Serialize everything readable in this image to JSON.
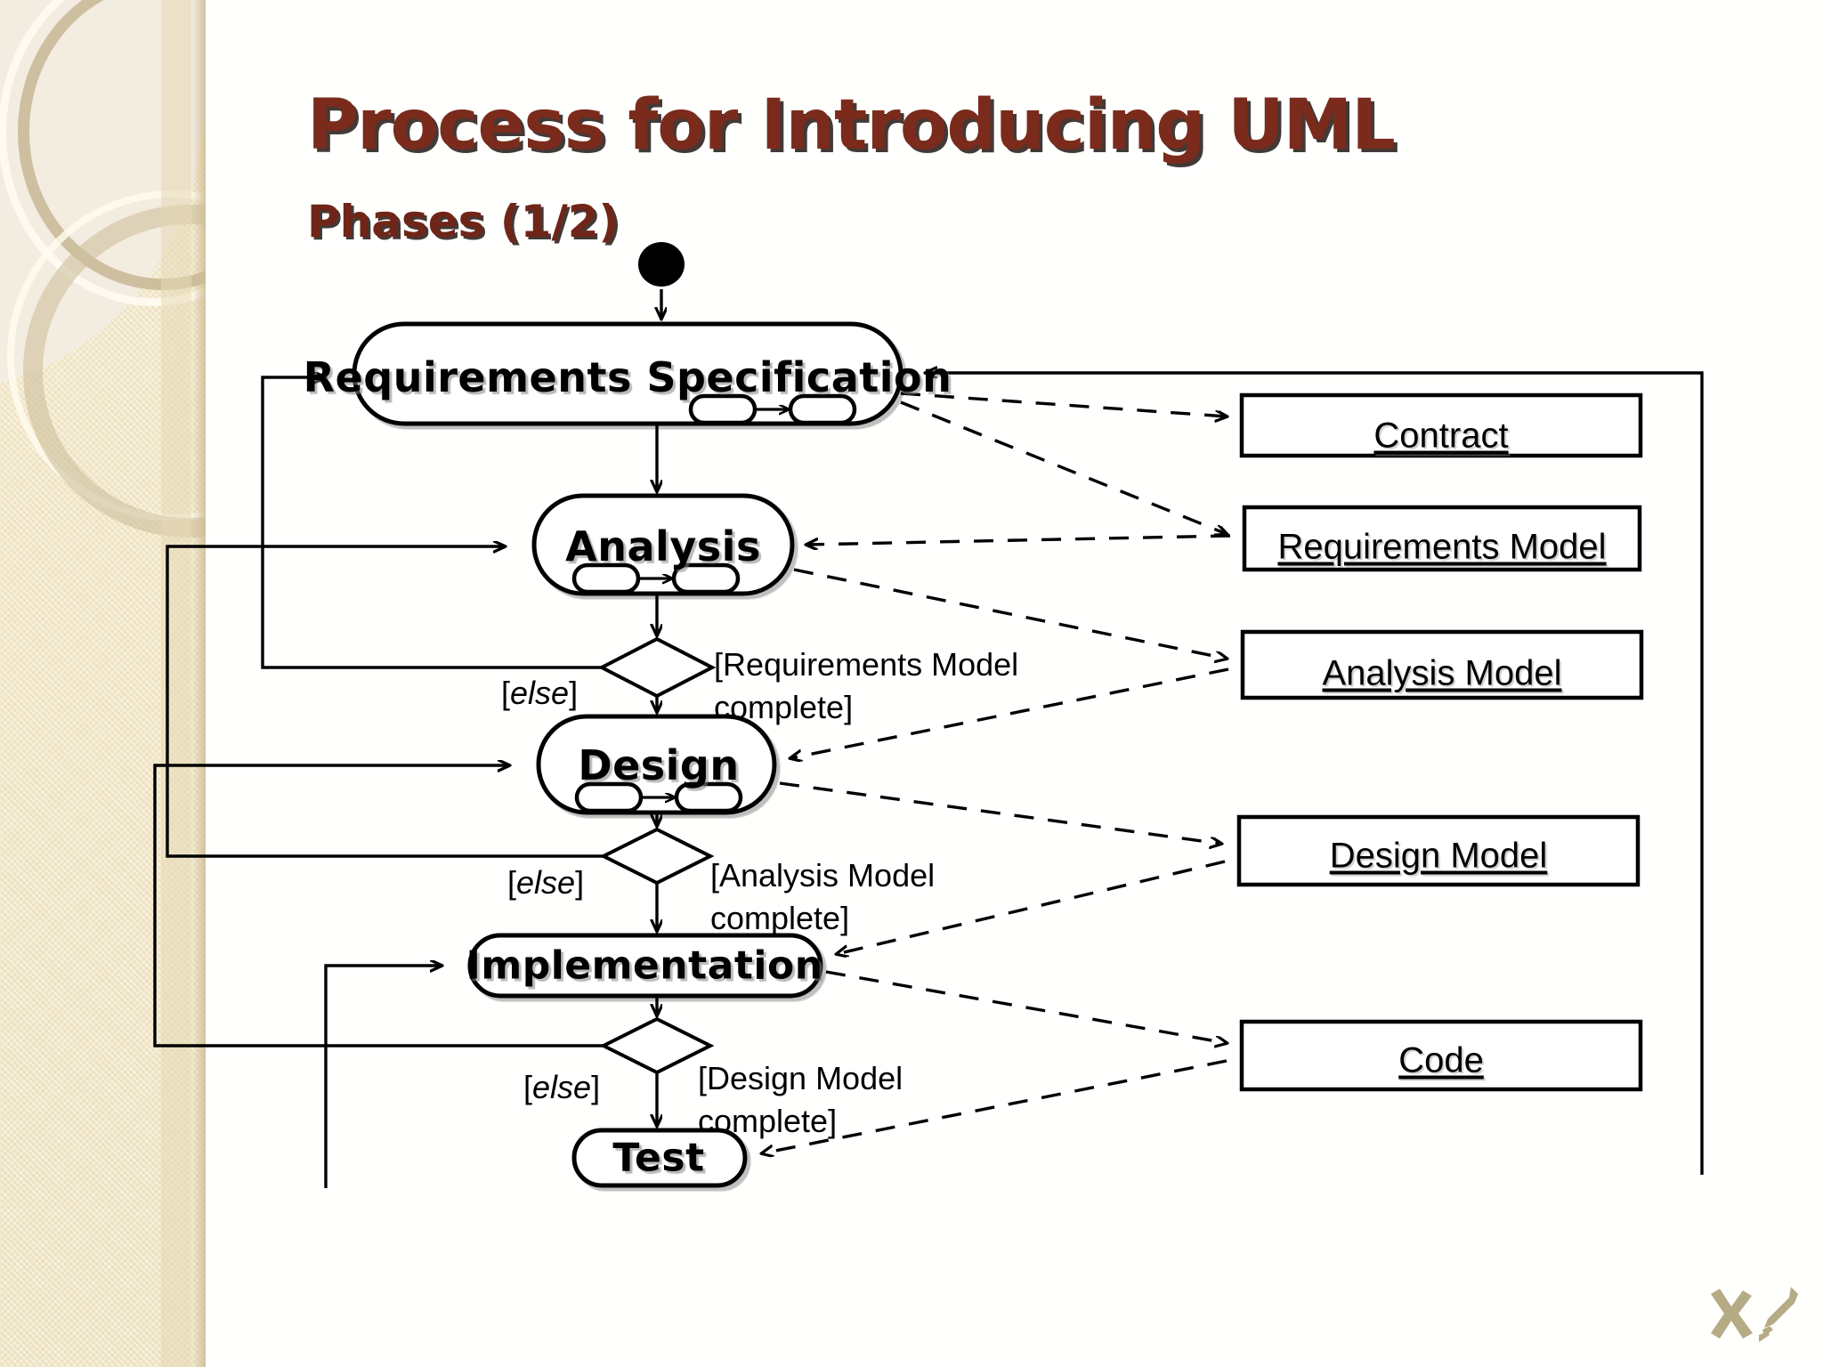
{
  "slide": {
    "title": "Process for Introducing UML",
    "subtitle": "Phases (1/2)",
    "title_color": "#7a2b1c",
    "accent_band_color": "#ece0bb",
    "logo": {
      "name": "x-pen-nib-logo",
      "color": "#b5ab84"
    }
  },
  "diagram": {
    "type": "uml-activity-diagram",
    "initial_node": {
      "name": "initial-node",
      "shape": "filled-circle"
    },
    "activities": [
      {
        "id": "requirements-specification",
        "label": "Requirements Specification",
        "has_subactivity_icon": true
      },
      {
        "id": "analysis",
        "label": "Analysis",
        "has_subactivity_icon": true
      },
      {
        "id": "design",
        "label": "Design",
        "has_subactivity_icon": true
      },
      {
        "id": "implementation",
        "label": "Implementation",
        "has_subactivity_icon": false
      },
      {
        "id": "test",
        "label": "Test",
        "has_subactivity_icon": false
      }
    ],
    "decisions": [
      {
        "id": "decision-after-analysis",
        "guard_else": "[else]",
        "guard_true_line1": "[Requirements Model",
        "guard_true_line2": "complete]"
      },
      {
        "id": "decision-after-design",
        "guard_else": "[else]",
        "guard_true_line1": "[Analysis Model",
        "guard_true_line2": "complete]"
      },
      {
        "id": "decision-after-implementation",
        "guard_else": "[else]",
        "guard_true_line1": "[Design Model",
        "guard_true_line2": "complete]"
      }
    ],
    "artifacts": [
      {
        "id": "contract",
        "label": "Contract"
      },
      {
        "id": "requirements-model",
        "label": "Requirements Model"
      },
      {
        "id": "analysis-model",
        "label": "Analysis Model"
      },
      {
        "id": "design-model",
        "label": "Design Model"
      },
      {
        "id": "code",
        "label": "Code"
      }
    ]
  }
}
